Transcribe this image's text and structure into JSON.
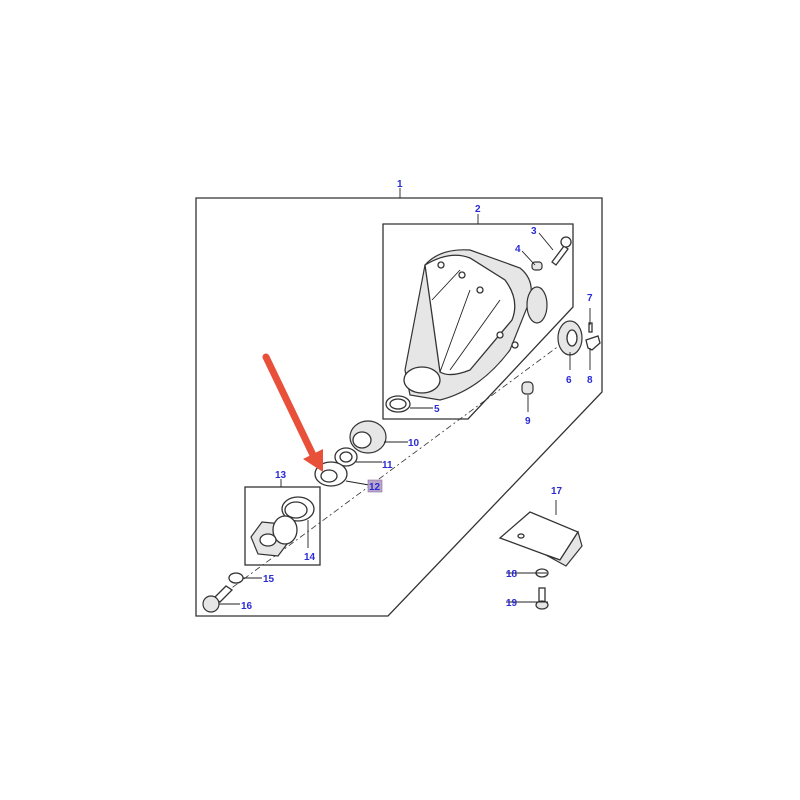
{
  "diagram": {
    "labels": [
      "1",
      "2",
      "3",
      "4",
      "5",
      "6",
      "7",
      "8",
      "9",
      "10",
      "11",
      "12",
      "13",
      "14",
      "15",
      "16",
      "17",
      "18",
      "19"
    ],
    "highlighted_label": "12",
    "colors": {
      "label": "#2b2bd6",
      "highlight_bg": "#b9a6c9",
      "arrow": "#e8503a",
      "line": "#333333"
    }
  }
}
